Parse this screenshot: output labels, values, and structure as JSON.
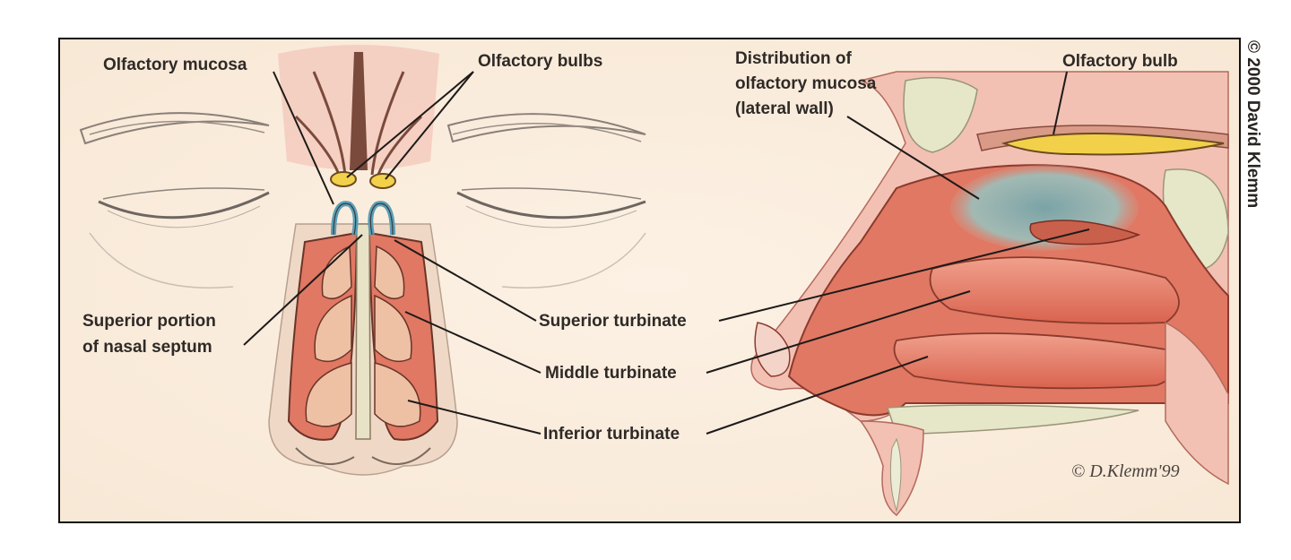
{
  "labels": {
    "olfactory_mucosa": "Olfactory mucosa",
    "olfactory_bulbs": "Olfactory bulbs",
    "superior_portion_line1": "Superior portion",
    "superior_portion_line2": "of nasal septum",
    "superior_turbinate": "Superior turbinate",
    "middle_turbinate": "Middle turbinate",
    "inferior_turbinate": "Inferior turbinate",
    "distribution_line1": "Distribution of",
    "distribution_line2": "olfactory mucosa",
    "distribution_line3": "(lateral wall)",
    "olfactory_bulb": "Olfactory bulb"
  },
  "copyright_vertical": "© 2000 David Klemm",
  "signature": "© D.Klemm'99",
  "colors": {
    "background": "#fbeede",
    "tissue": "#e07864",
    "tissue_dark": "#c4513f",
    "mucosa_blue": "#8fb6b4",
    "bulb_yellow": "#f2d04a",
    "bone": "#e6e6c8"
  }
}
